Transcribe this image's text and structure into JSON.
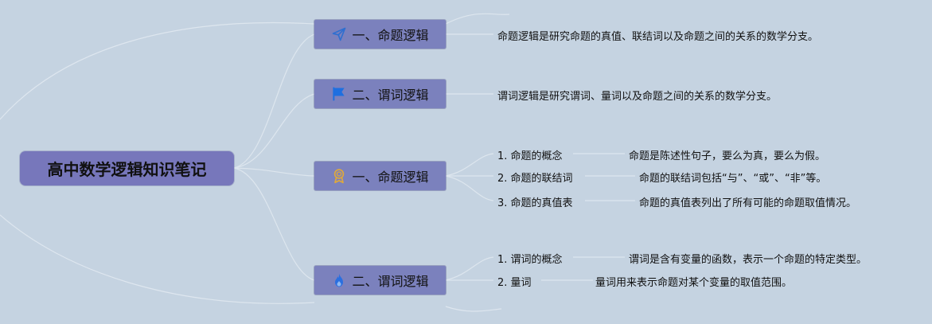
{
  "root": {
    "title": "高中数学逻辑知识笔记"
  },
  "branches": [
    {
      "label": "一、命题逻辑",
      "icon": "paper-plane-icon",
      "icon_color": "#2f6fd0",
      "desc": "命题逻辑是研究命题的真值、联结词以及命题之间的关系的数学分支。"
    },
    {
      "label": "二、谓词逻辑",
      "icon": "flag-icon",
      "icon_color": "#1e6fe0",
      "desc": "谓词逻辑是研究谓词、量词以及命题之间的关系的数学分支。"
    },
    {
      "label": "一、命题逻辑",
      "icon": "award-medal-icon",
      "icon_color": "#e0a93a",
      "items": [
        {
          "term": "1. 命题的概念",
          "desc": "命题是陈述性句子，要么为真，要么为假。"
        },
        {
          "term": "2. 命题的联结词",
          "desc": "命题的联结词包括“与”、“或”、“非”等。"
        },
        {
          "term": "3. 命题的真值表",
          "desc": "命题的真值表列出了所有可能的命题取值情况。"
        }
      ]
    },
    {
      "label": "二、谓词逻辑",
      "icon": "flame-icon",
      "icon_color": "#2a6fe0",
      "items": [
        {
          "term": "1. 谓词的概念",
          "desc": "谓词是含有变量的函数，表示一个命题的特定类型。"
        },
        {
          "term": "2. 量词",
          "desc": "量词用来表示命题对某个变量的取值范围。"
        }
      ]
    }
  ]
}
